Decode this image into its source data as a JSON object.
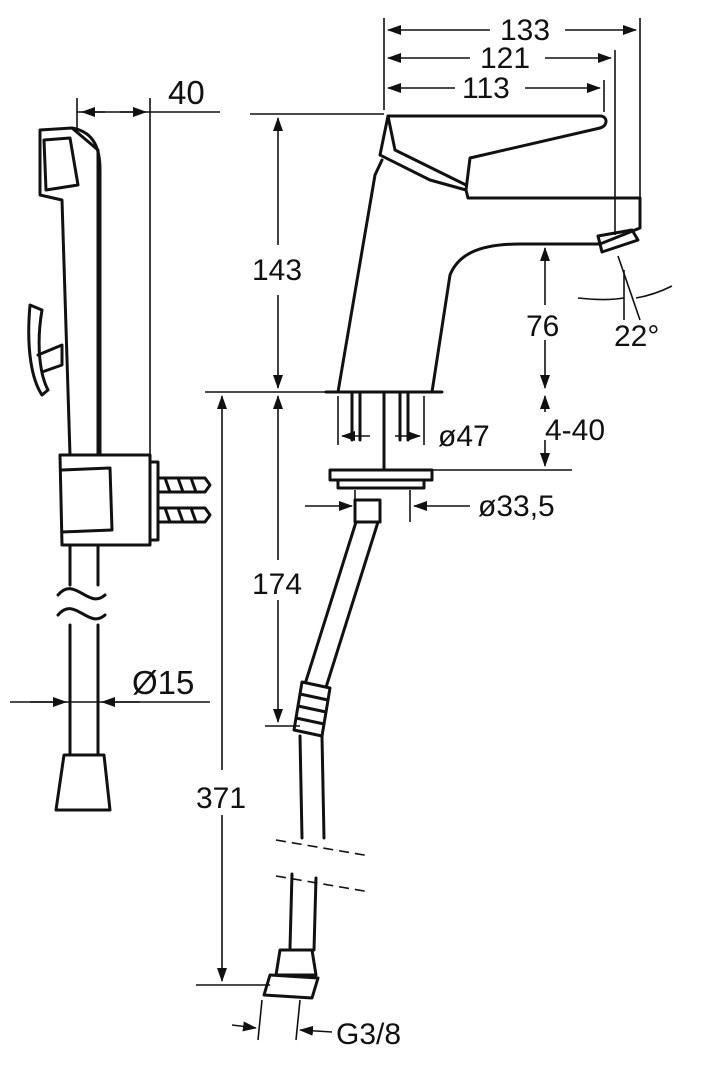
{
  "dimensions": {
    "width_total": "133",
    "width_outlet": "121",
    "width_lever": "113",
    "shower_depth": "40",
    "height_body": "143",
    "spout_height": "76",
    "spout_angle": "22°",
    "flange_diameter": "ø47",
    "deck_thickness": "4-40",
    "hole_diameter": "ø33,5",
    "shank_length": "174",
    "hose_length": "371",
    "hose_diameter": "Ø15",
    "thread": "G3/8"
  },
  "colors": {
    "ink": "#111111",
    "background": "#ffffff"
  }
}
